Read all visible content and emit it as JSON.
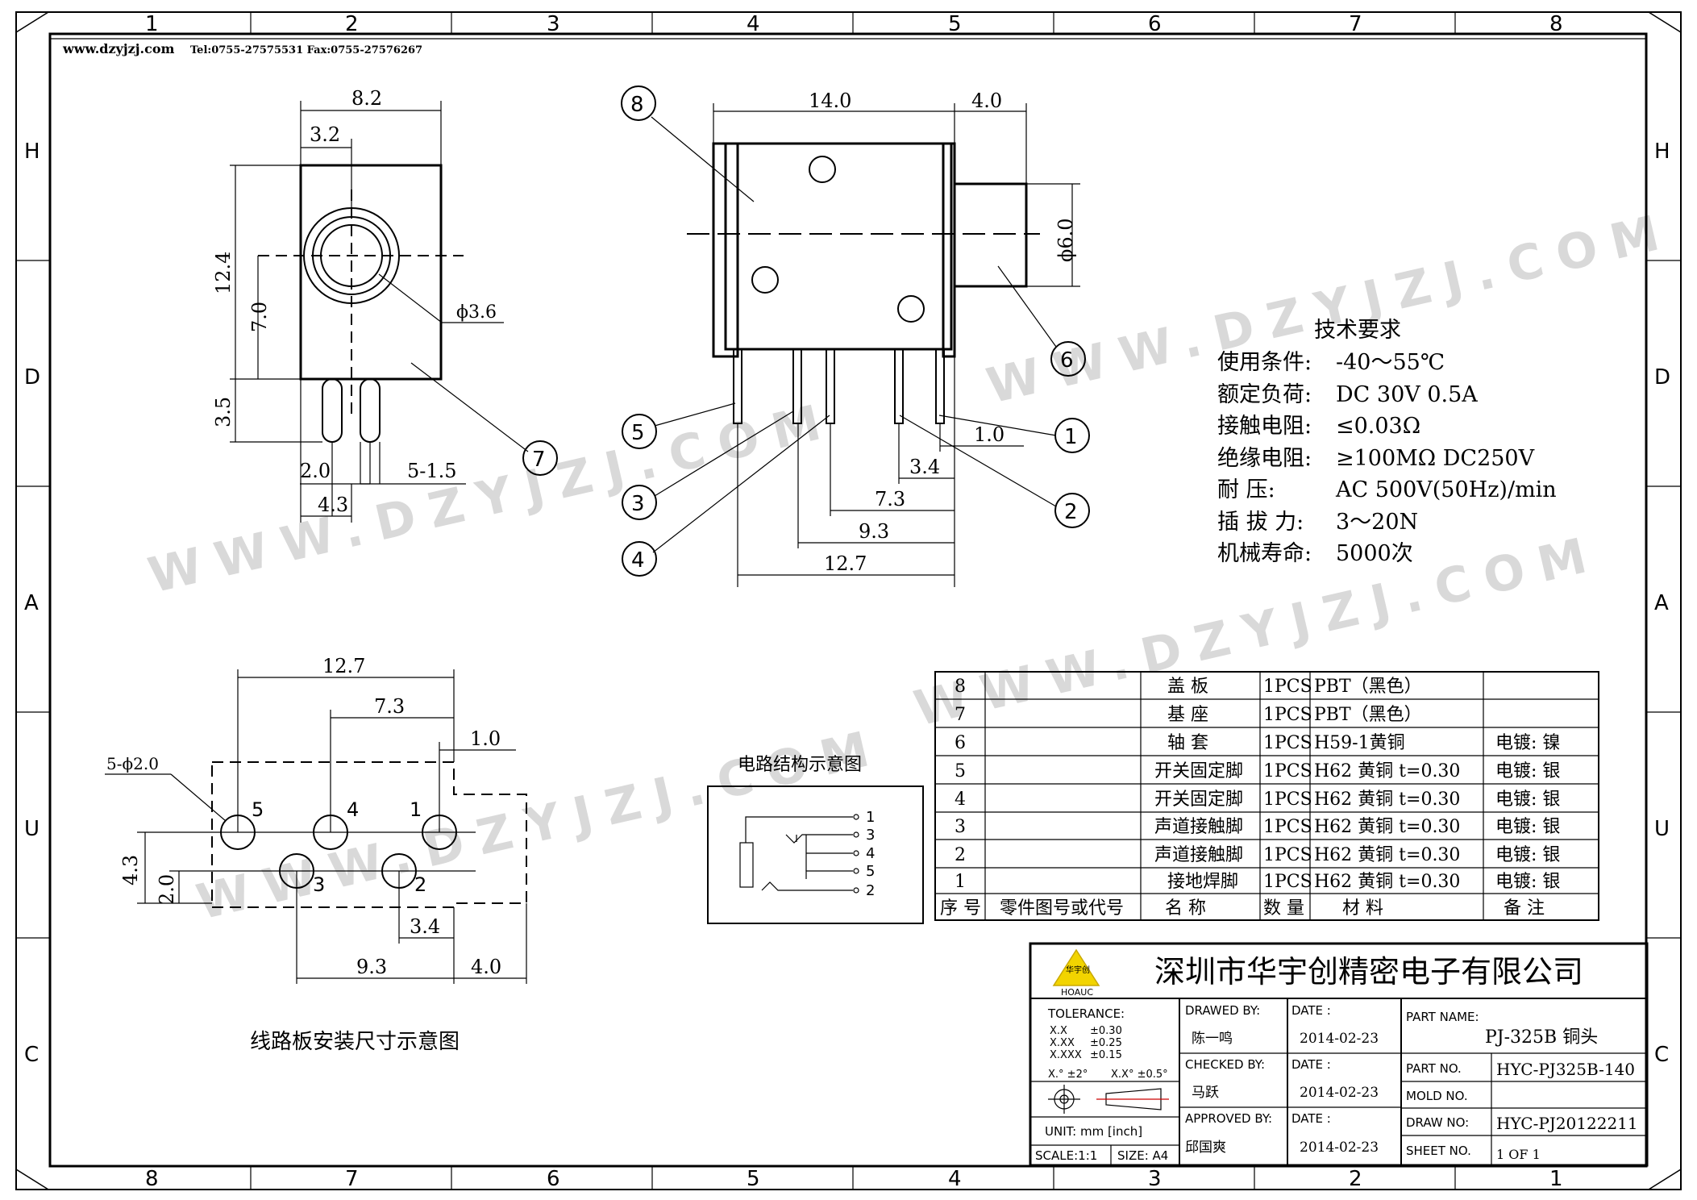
{
  "border": {
    "col_top": [
      "1",
      "2",
      "3",
      "4",
      "5",
      "6",
      "7",
      "8"
    ],
    "col_bottom": [
      "8",
      "7",
      "6",
      "5",
      "4",
      "3",
      "2",
      "1"
    ],
    "row_left": [
      "H",
      "D",
      "A",
      "U",
      "C"
    ],
    "row_right": [
      "H",
      "D",
      "A",
      "U",
      "C"
    ]
  },
  "header_line": {
    "site": "www.dzyjzj.com",
    "contact": "Tel:0755-27575531  Fax:0755-27576267"
  },
  "watermark": "WWW.DZYJZJ.COM",
  "front_view": {
    "dim_width": "8.2",
    "dim_hole_x": "3.2",
    "dim_height": "12.4",
    "dim_hole_y": "7.0",
    "dim_pin_len": "3.5",
    "dim_hole_dia": "ϕ3.6",
    "dim_pin_pitch": "2.0",
    "dim_pin_dia": "5-1.5",
    "dim_pin_x": "4.3",
    "callout": "7"
  },
  "side_view": {
    "dim_body": "14.0",
    "dim_bush": "4.0",
    "dim_bush_dia": "ϕ6.0",
    "dim_1": "1.0",
    "dim_2": "3.4",
    "dim_3": "7.3",
    "dim_4": "9.3",
    "dim_5": "12.7",
    "callouts": [
      "8",
      "6",
      "5",
      "1",
      "3",
      "2",
      "4"
    ]
  },
  "specs": {
    "title": "技术要求",
    "rows": [
      {
        "label": "使用条件:",
        "value": "-40～55℃"
      },
      {
        "label": "额定负荷:",
        "value": "DC  30V  0.5A"
      },
      {
        "label": "接触电阻:",
        "value": "≤0.03Ω"
      },
      {
        "label": "绝缘电阻:",
        "value": "≥100MΩ  DC250V"
      },
      {
        "label": "耐      压:",
        "value": "AC  500V(50Hz)/min"
      },
      {
        "label": "插  拔  力:",
        "value": "3～20N"
      },
      {
        "label": "机械寿命:",
        "value": "5000次"
      }
    ]
  },
  "pcb_view": {
    "dim_12_7": "12.7",
    "dim_7_3": "7.3",
    "dim_1_0": "1.0",
    "dim_hole": "5-ϕ2.0",
    "dim_4_3": "4.3",
    "dim_2_0": "2.0",
    "dim_3_4": "3.4",
    "dim_9_3": "9.3",
    "dim_4_0": "4.0",
    "pin_labels": [
      "5",
      "4",
      "1",
      "3",
      "2"
    ],
    "caption": "线路板安装尺寸示意图"
  },
  "circuit": {
    "title": "电路结构示意图",
    "pins": [
      "1",
      "3",
      "4",
      "5",
      "2"
    ]
  },
  "bom": {
    "rows": [
      {
        "no": "8",
        "part": "",
        "name": "盖    板",
        "qty": "1PCS",
        "material": "PBT（黑色）",
        "note": ""
      },
      {
        "no": "7",
        "part": "",
        "name": "基    座",
        "qty": "1PCS",
        "material": "PBT（黑色）",
        "note": ""
      },
      {
        "no": "6",
        "part": "",
        "name": "轴    套",
        "qty": "1PCS",
        "material": "H59-1黄铜",
        "note": "电镀: 镍"
      },
      {
        "no": "5",
        "part": "",
        "name": "开关固定脚",
        "qty": "1PCS",
        "material": "H62  黄铜  t=0.30",
        "note": "电镀: 银"
      },
      {
        "no": "4",
        "part": "",
        "name": "开关固定脚",
        "qty": "1PCS",
        "material": "H62  黄铜  t=0.30",
        "note": "电镀: 银"
      },
      {
        "no": "3",
        "part": "",
        "name": "声道接触脚",
        "qty": "1PCS",
        "material": "H62  黄铜  t=0.30",
        "note": "电镀: 银"
      },
      {
        "no": "2",
        "part": "",
        "name": "声道接触脚",
        "qty": "1PCS",
        "material": "H62  黄铜  t=0.30",
        "note": "电镀: 银"
      },
      {
        "no": "1",
        "part": "",
        "name": "接地焊脚",
        "qty": "1PCS",
        "material": "H62  黄铜  t=0.30",
        "note": "电镀: 银"
      }
    ],
    "header": {
      "no": "序  号",
      "part": "零件图号或代号",
      "name": "名  称",
      "qty": "数  量",
      "material": "材      料",
      "note": "备    注"
    }
  },
  "title_block": {
    "company": "深圳市华宇创精密电子有限公司",
    "logo_text": "华宇创",
    "logo_sub": "HOAUC",
    "tolerance_label": "TOLERANCE:",
    "tol_rows": [
      [
        "X.X",
        "±0.30"
      ],
      [
        "X.XX",
        "±0.25"
      ],
      [
        "X.XXX",
        "±0.15"
      ]
    ],
    "tol_angle_1": "X.°  ±2°",
    "tol_angle_2": "X.X°  ±0.5°",
    "unit": "UNIT:  mm  [inch]",
    "scale": "SCALE:1:1",
    "size": "SIZE:  A4",
    "drawn_by_label": "DRAWED  BY:",
    "drawn_by": "陈一鸣",
    "checked_by_label": "CHECKED  BY:",
    "checked_by": "马跃",
    "approved_by_label": "APPROVED  BY:",
    "approved_by": "邱国爽",
    "date_label": "DATE  :",
    "date_1": "2014-02-23",
    "date_2": "2014-02-23",
    "date_3": "2014-02-23",
    "part_name_label": "PART  NAME:",
    "part_name": "PJ-325B  铜头",
    "part_no_label": "PART  NO.",
    "part_no": "HYC-PJ325B-140",
    "mold_no_label": "MOLD  NO.",
    "mold_no": "",
    "draw_no_label": "DRAW  NO:",
    "draw_no": "HYC-PJ20122211",
    "sheet_no_label": "SHEET  NO.",
    "sheet_no": "1  OF  1"
  }
}
